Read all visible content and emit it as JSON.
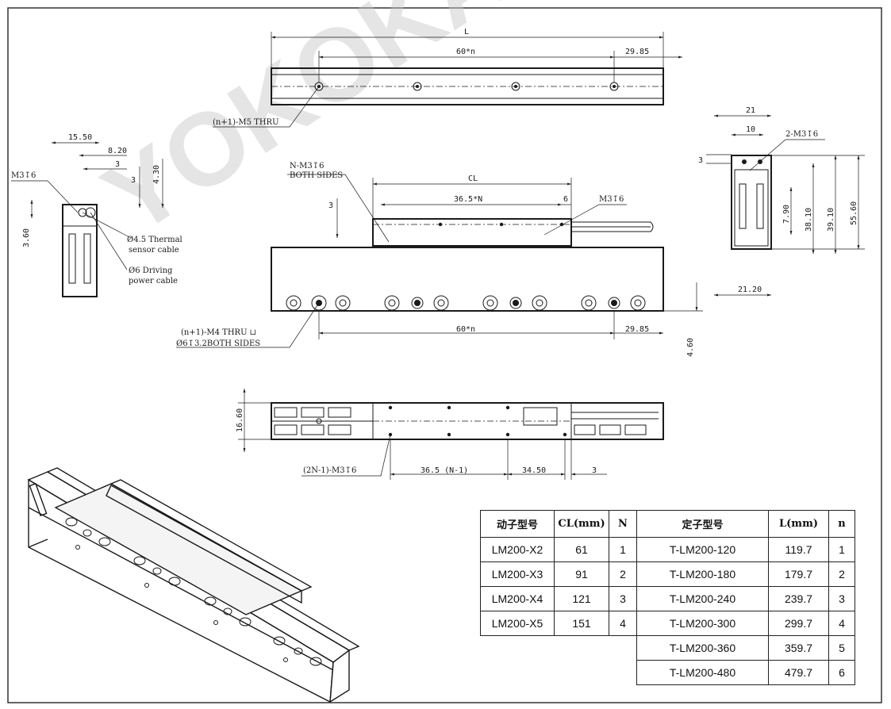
{
  "watermark": "YOKOKAI",
  "top_view": {
    "dim_L": "L",
    "dim_pitch": "60*n",
    "dim_end": "29.85",
    "note_holes": "(n+1)-M5 THRU"
  },
  "side_view_left": {
    "dim_15_50": "15.50",
    "dim_8_20": "8.20",
    "dim_3_a": "3",
    "dim_3_b": "3",
    "dim_4_30": "4.30",
    "dim_3_60": "3.60",
    "note_thread": "M3↧6",
    "note_sensor_1": "Ø4.5 Thermal",
    "note_sensor_2": "sensor cable",
    "note_power_1": "Ø6 Driving",
    "note_power_2": "power cable"
  },
  "front_view": {
    "note_coil_1": "N-M3↧6",
    "note_coil_2": "BOTH SIDES",
    "dim_CL": "CL",
    "dim_coil_pitch": "36.5*N",
    "dim_6": "6",
    "dim_3": "3",
    "note_thread_right": "M3↧6",
    "note_base_1": "(n+1)-M4 THRU ⊔",
    "note_base_2": "Ø6↧3.2BOTH SIDES",
    "dim_pitch": "60*n",
    "dim_end": "29.85",
    "dim_4_60": "4.60"
  },
  "side_view_right": {
    "dim_21": "21",
    "dim_10": "10",
    "dim_3": "3",
    "note_thread": "2-M3↧6",
    "dim_7_90": "7.90",
    "dim_38_10": "38.10",
    "dim_39_10": "39.10",
    "dim_55_60": "55.60",
    "dim_21_20": "21.20"
  },
  "bottom_view": {
    "dim_16_60": "16.60",
    "note_holes": "(2N-1)-M3↧6",
    "dim_pitch": "36.5 (N-1)",
    "dim_34_50": "34.50",
    "dim_3": "3"
  },
  "spec_table": {
    "headers": [
      "动子型号",
      "CL(mm)",
      "N",
      "定子型号",
      "L(mm)",
      "n"
    ],
    "rows": [
      [
        "LM200-X2",
        "61",
        "1",
        "T-LM200-120",
        "119.7",
        "1"
      ],
      [
        "LM200-X3",
        "91",
        "2",
        "T-LM200-180",
        "179.7",
        "2"
      ],
      [
        "LM200-X4",
        "121",
        "3",
        "T-LM200-240",
        "239.7",
        "3"
      ],
      [
        "LM200-X5",
        "151",
        "4",
        "T-LM200-300",
        "299.7",
        "4"
      ],
      [
        "",
        "",
        "",
        "T-LM200-360",
        "359.7",
        "5"
      ],
      [
        "",
        "",
        "",
        "T-LM200-480",
        "479.7",
        "6"
      ]
    ]
  }
}
